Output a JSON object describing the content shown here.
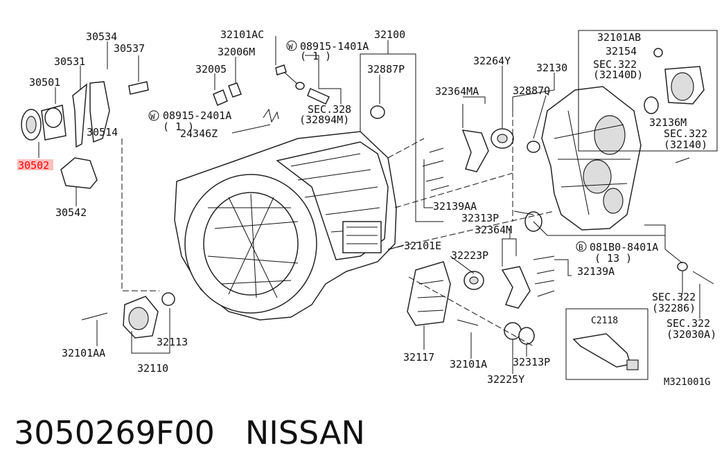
{
  "labels": {
    "p30534": "30534",
    "p30537": "30537",
    "p30531": "30531",
    "p30501": "30501",
    "p30514": "30514",
    "p30502": "30502",
    "p30542": "30542",
    "w08915_2401A": "08915-2401A",
    "w_qty1a": "( 1 )",
    "p32101AC": "32101AC",
    "p32006M": "32006M",
    "p32005": "32005",
    "w08915_1401A": "08915-1401A",
    "w_qty1b": "( 1 )",
    "p32100": "32100",
    "p32887P": "32887P",
    "p24346Z": "24346Z",
    "sec328": "SEC.328",
    "sec328_sub": "(32894M)",
    "p32264Y": "32264Y",
    "p32130": "32130",
    "p32364MA": "32364MA",
    "p32887Q": "32887Q",
    "p32101AB": "32101AB",
    "p32154": "32154",
    "sec322a": "SEC.322",
    "sec322a_sub": "(32140D)",
    "p32136M": "32136M",
    "sec322b": "SEC.322",
    "sec322b_sub": "(32140)",
    "p32139AA": "32139AA",
    "p32313P_a": "32313P",
    "p32364M": "32364M",
    "b081B0_8401A": "081B0-8401A",
    "b_qty13": "( 13 )",
    "p32101E": "32101E",
    "p32223P": "32223P",
    "p32139A": "32139A",
    "sec322c": "SEC.322",
    "sec322c_sub": "(32286)",
    "sec322d": "SEC.322",
    "sec322d_sub": "(32030A)",
    "pC2118": "C2118",
    "p32101AA": "32101AA",
    "p32113": "32113",
    "p32110": "32110",
    "p32117": "32117",
    "p32101A": "32101A",
    "p32313P_b": "32313P",
    "p32225Y": "32225Y",
    "diagram_id": "M321001G"
  },
  "markers": {
    "washer_w": "W",
    "bolt_b": "B"
  },
  "highlighted_part": "30502",
  "highlight_color": "#ff0000",
  "caption": {
    "part_number": "3050269F00",
    "brand": "NISSAN"
  }
}
